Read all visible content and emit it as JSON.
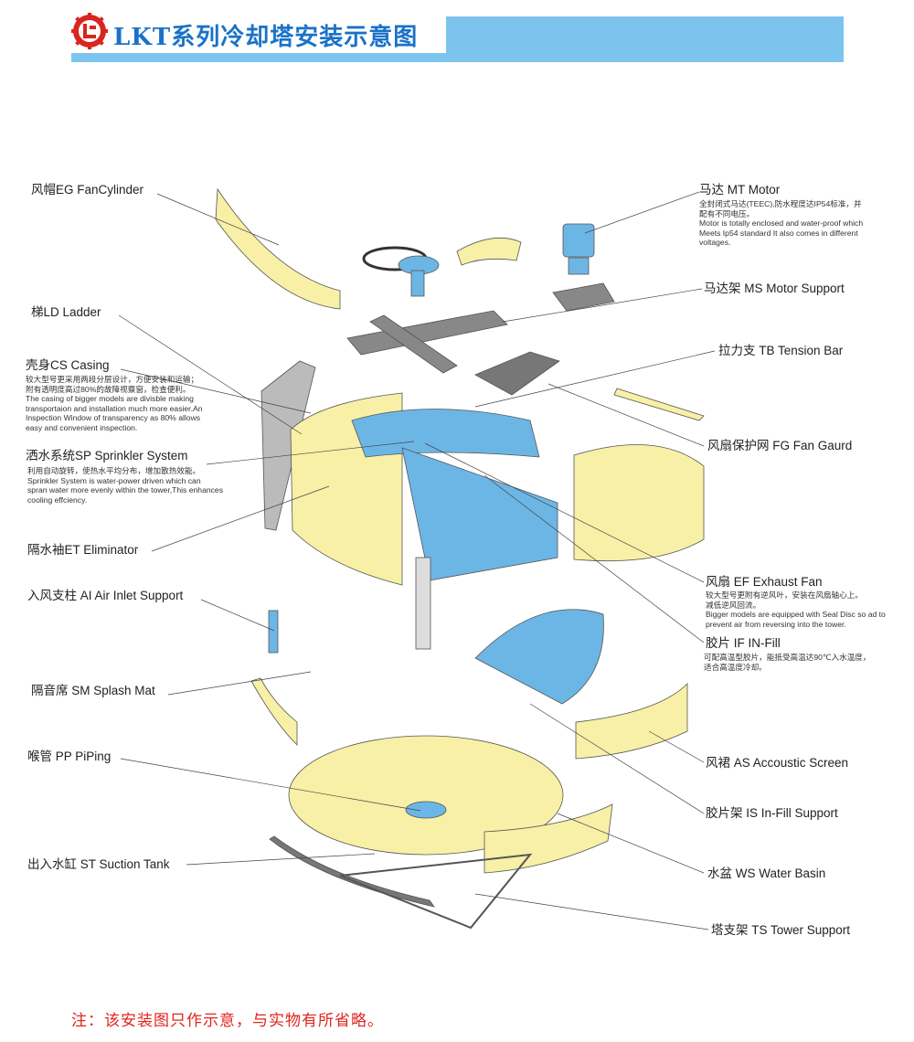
{
  "header": {
    "title": "LKT系列冷却塔安装示意图",
    "colors": {
      "accent": "#7cc4ee",
      "title": "#1a72c8",
      "logo": "#d8261e"
    }
  },
  "parts": {
    "fan_cylinder": {
      "label": "风帽EG FanCylinder"
    },
    "ladder": {
      "label": "梯LD Ladder"
    },
    "casing": {
      "label": "壳身CS Casing",
      "desc": [
        "较大型号更采用两段分层设计，方便安装和运输；",
        "附有透明度高过80%的故障视察窗，检查便利。",
        "The casing of bigger models are divisble making",
        "transportaion and installation much more easier.An",
        "Inspection Window of transparency as 80% allows",
        "easy and convenient inspection."
      ]
    },
    "sprinkler": {
      "label": "洒水系统SP Sprinkler System",
      "desc": [
        "利用自动旋转，使热水平均分布，增加散热效能。",
        "Sprinkler System is water-power driven which can",
        "spran water more evenly within the tower,This enhances",
        "cooling effciency."
      ]
    },
    "eliminator": {
      "label": "隔水袖ET Eliminator"
    },
    "air_inlet": {
      "label": "入风支柱 AI Air Inlet Support"
    },
    "splash_mat": {
      "label": "隔音席 SM Splash Mat"
    },
    "piping": {
      "label": "喉管 PP PiPing"
    },
    "suction_tank": {
      "label": "出入水缸 ST Suction Tank"
    },
    "motor": {
      "label": "马达 MT Motor",
      "desc": [
        "全封闭式马达(TEEC),防水程度达IP54标准，并",
        "配有不同电压。",
        "Motor is totally enclosed and water-proof which",
        "Meets Ip54 standard It also comes in different",
        "voltages."
      ]
    },
    "motor_support": {
      "label": "马达架 MS Motor Support"
    },
    "tension_bar": {
      "label": "拉力支 TB Tension Bar"
    },
    "fan_guard": {
      "label": "风扇保护网 FG Fan Gaurd"
    },
    "exhaust_fan": {
      "label": "风扇 EF Exhaust Fan",
      "desc": [
        "较大型号更附有逆风叶，安装在风扇轴心上。",
        "减低逆风回流。",
        "Bigger models are equipped with Seal Disc so ad to",
        "prevent air from reversing into the tower."
      ]
    },
    "infill": {
      "label": "胶片 IF IN-Fill",
      "desc": [
        "可配高温型胶片，能抵受高温达90℃入水温度，",
        "适合高温度冷却。"
      ]
    },
    "acoustic_screen": {
      "label": "风裙 AS Accoustic Screen"
    },
    "infill_support": {
      "label": "胶片架 IS In-Fill Support"
    },
    "water_basin": {
      "label": "水盆 WS Water Basin"
    },
    "tower_support": {
      "label": "塔支架 TS Tower Support"
    }
  },
  "footer": {
    "note": "注：该安装图只作示意，与实物有所省略。"
  }
}
